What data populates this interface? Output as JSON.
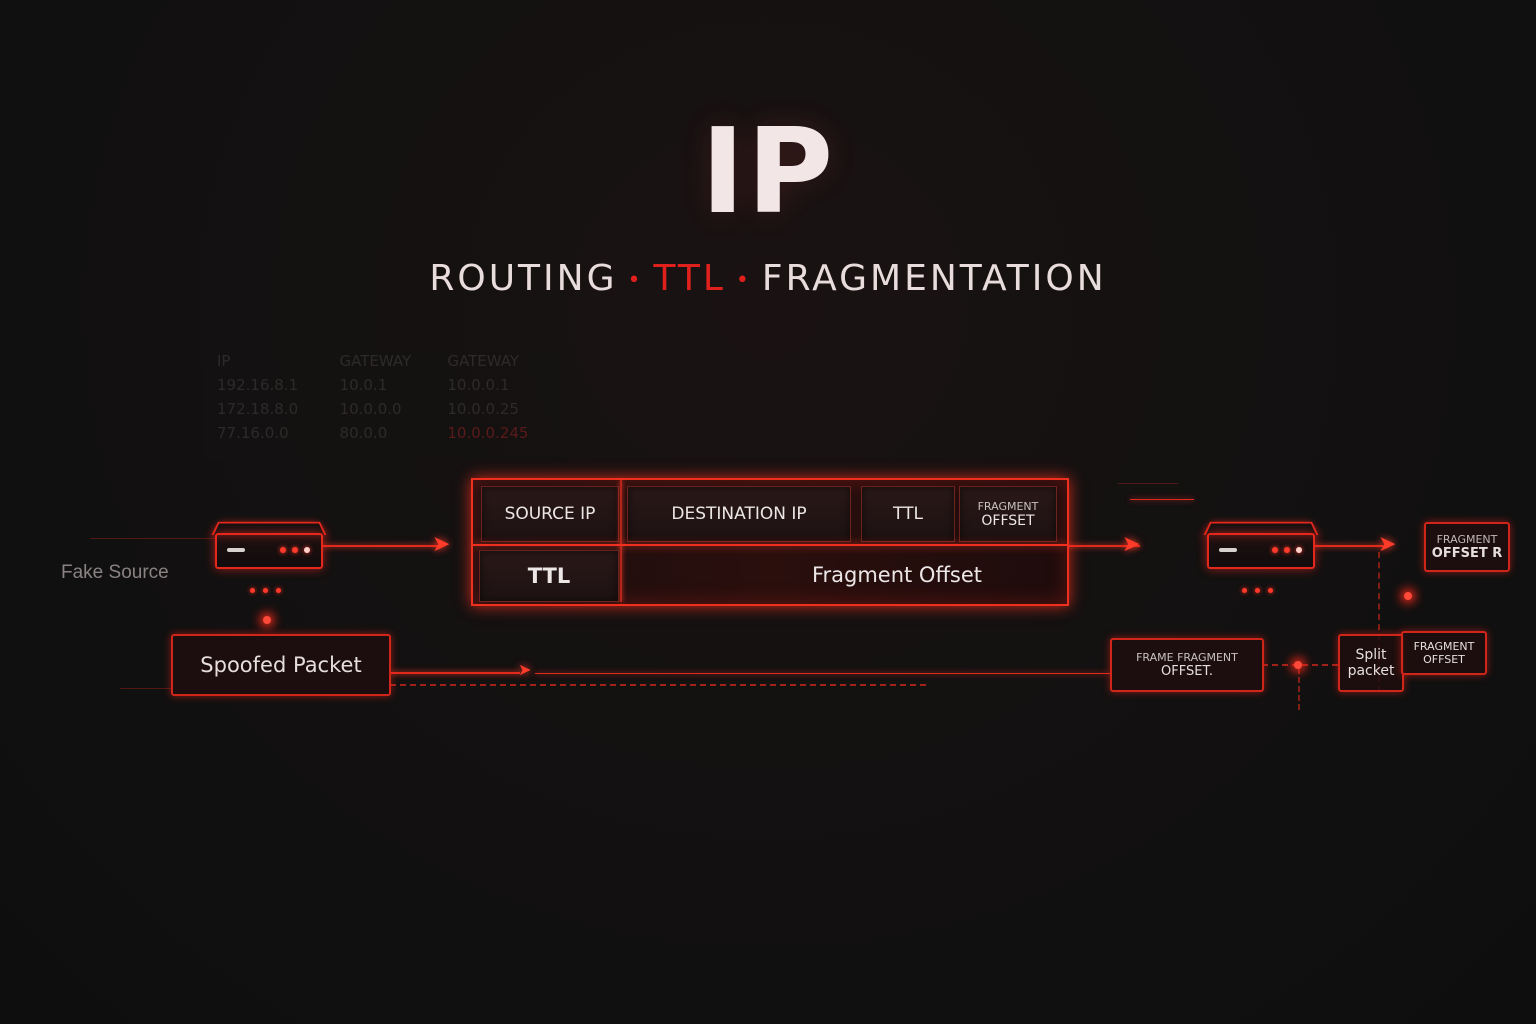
{
  "title": "IP",
  "subtitle": {
    "part1": "ROUTING",
    "separator": "•",
    "part2": "TTL",
    "part3": "FRAGMENTATION"
  },
  "colors": {
    "background": "#111111",
    "accent": "#e0201c",
    "glow": "#ff3b2a",
    "text": "#ece6e6"
  },
  "routing_table": {
    "headers": [
      "IP",
      "GATEWAY",
      "GATEWAY"
    ],
    "rows": [
      [
        "192.16.8.1",
        "10.0.1",
        "10.0.0.1"
      ],
      [
        "172.18.8.0",
        "10.0.0.0",
        "10.0.0.25"
      ],
      [
        "77.16.0.0",
        "80.0.0",
        "10.0.0.245"
      ]
    ]
  },
  "left": {
    "fake_source_label": "Fake Source",
    "spoofed_packet_label": "Spoofed Packet"
  },
  "packet_header": {
    "row1": [
      "SOURCE IP",
      "DESTINATION IP",
      "TTL",
      "FRAGMENT OFFSET"
    ],
    "row1_last_line1": "FRAGMENT",
    "row1_last_line2": "OFFSET",
    "row2": [
      "TTL",
      "Fragment Offset"
    ]
  },
  "right": {
    "fragment_offset_top_line1": "FRAGMENT",
    "fragment_offset_top_line2": "OFFSET R",
    "frame_fragment_line1": "FRAME FRAGMENT",
    "frame_fragment_line2": "OFFSET.",
    "split_packet_line1": "Split",
    "split_packet_line2": "packet",
    "fragment_offset_bottom_line1": "FRAGMENT",
    "fragment_offset_bottom_line2": "OFFSET"
  }
}
